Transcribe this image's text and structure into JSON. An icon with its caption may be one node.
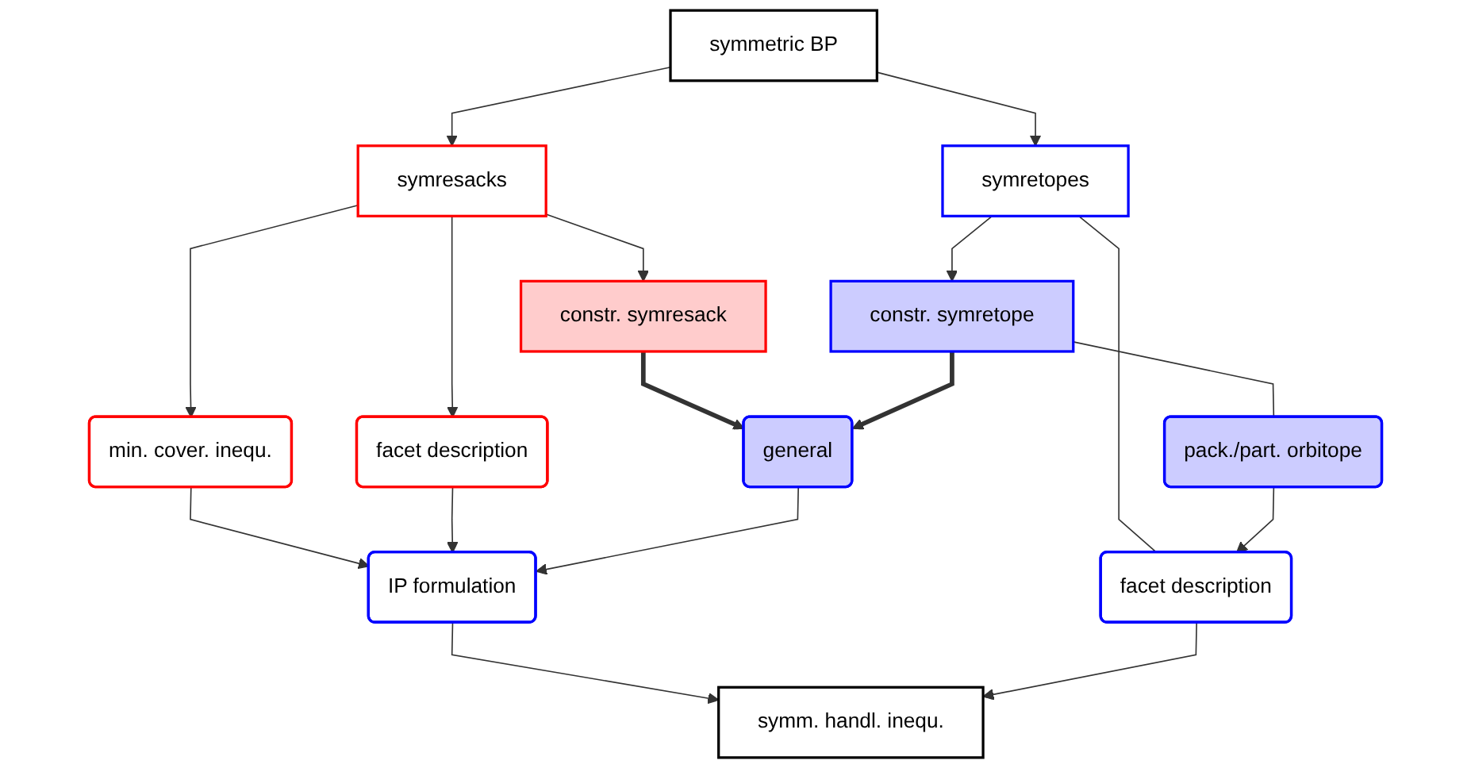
{
  "diagram": {
    "nodes": [
      {
        "text": [
          "symmetric BP"
        ]
      },
      {
        "text": [
          "symretopes"
        ]
      },
      {
        "text": [
          "symresacks"
        ]
      },
      {
        "text": [
          "constr. symresack"
        ]
      },
      {
        "text": [
          "constr. symretope"
        ]
      },
      {
        "text": [
          "min. cover. inequ."
        ]
      },
      {
        "text": [
          "general"
        ]
      },
      {
        "text": [
          "pack./part. orbitope"
        ]
      },
      {
        "text": [
          "facet description"
        ]
      },
      {
        "text": [
          "IP formulation"
        ]
      },
      {
        "text": [
          "facet description"
        ]
      },
      {
        "text": [
          "symm. handl. inequ."
        ]
      }
    ],
    "edges": [
      {
        "from": 0,
        "to": 1,
        "arrow": "to"
      },
      {
        "from": 0,
        "to": 2,
        "arrow": "to"
      },
      {
        "from": 1,
        "to": 4,
        "arrow": "to"
      },
      {
        "from": 1,
        "to": 10,
        "arrow": "none"
      },
      {
        "from": 2,
        "to": 3,
        "arrow": "to"
      },
      {
        "from": 2,
        "to": 5,
        "arrow": "to"
      },
      {
        "from": 2,
        "to": 8,
        "arrow": "to"
      },
      {
        "from": 3,
        "to": 6,
        "arrow": "to",
        "style": "thick"
      },
      {
        "from": 4,
        "to": 6,
        "arrow": "to",
        "style": "thick"
      },
      {
        "from": 4,
        "to": 7,
        "arrow": "none"
      },
      {
        "from": 5,
        "to": 9,
        "arrow": "to"
      },
      {
        "from": 8,
        "to": 9,
        "arrow": "to"
      },
      {
        "from": 6,
        "to": 9,
        "arrow": "to"
      },
      {
        "from": 7,
        "to": 10,
        "arrow": "to"
      },
      {
        "from": 9,
        "to": 11,
        "arrow": "to"
      },
      {
        "from": 10,
        "to": 11,
        "arrow": "to"
      }
    ]
  }
}
